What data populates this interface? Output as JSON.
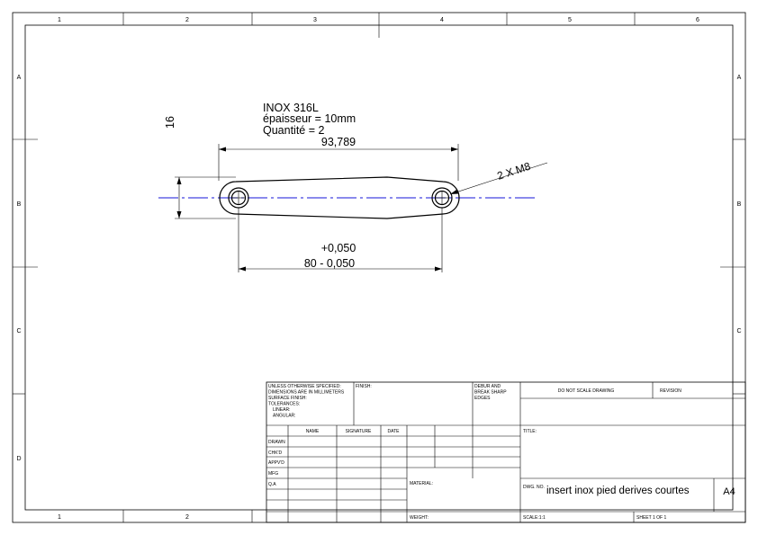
{
  "zones": {
    "columns": [
      "1",
      "2",
      "3",
      "4",
      "5",
      "6"
    ],
    "bottom_columns": [
      "1",
      "2"
    ],
    "rows": [
      "A",
      "B",
      "C",
      "D"
    ]
  },
  "note": {
    "material": "INOX 316L",
    "thickness": "épaisseur = 10mm",
    "quantity": "Quantité = 2"
  },
  "dimensions": {
    "overall_length": "93,789",
    "height": "16",
    "hole_callout": "2 X M8",
    "tolerance_upper": "+0,050",
    "center_distance": "80 - 0,050"
  },
  "title_block": {
    "tolerances_note": [
      "UNLESS OTHERWISE SPECIFIED:",
      "DIMENSIONS ARE IN MILLIMETERS",
      "SURFACE FINISH:",
      "TOLERANCES:",
      "LINEAR:",
      "ANGULAR:"
    ],
    "finish_label": "FINISH:",
    "deburr_note": [
      "DEBUR AND",
      "BREAK SHARP",
      "EDGES"
    ],
    "do_not_scale": "DO NOT SCALE DRAWING",
    "revision_label": "REVISION",
    "columns": {
      "name": "NAME",
      "signature": "SIGNATURE",
      "date": "DATE"
    },
    "rows": [
      "DRAWN",
      "CHK'D",
      "APPV'D",
      "MFG",
      "Q.A"
    ],
    "material_label": "MATERIAL:",
    "title_label": "TITLE:",
    "dwg_no_label": "DWG. NO.",
    "dwg_no": "insert inox pied derives courtes",
    "sheet_size": "A4",
    "weight_label": "WEIGHT:",
    "scale": "SCALE:1:1",
    "sheet": "SHEET 1 OF 1"
  }
}
